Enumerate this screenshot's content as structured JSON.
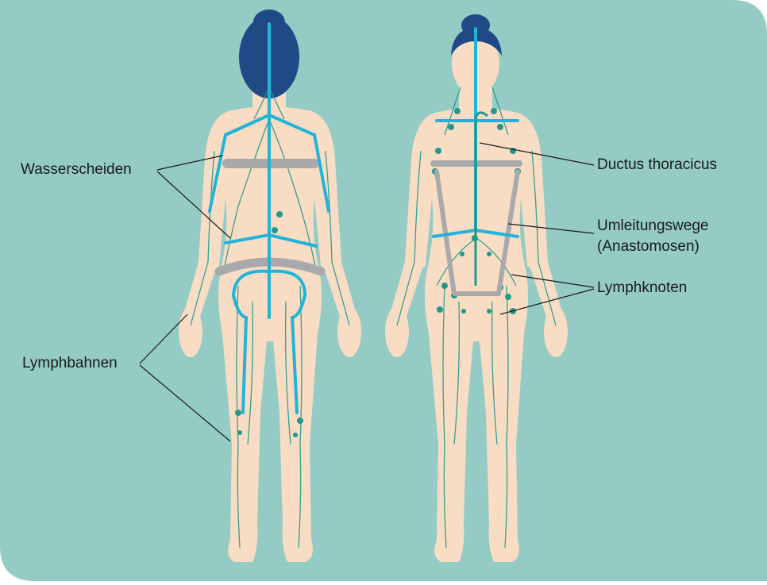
{
  "labels": {
    "wasserscheiden": "Wasserscheiden",
    "lymphbahnen": "Lymphbahnen",
    "ductus": "Ductus thoracicus",
    "umleitung_line1": "Umleitungswege",
    "umleitung_line2": "(Anastomosen)",
    "lymphknoten": "Lymphknoten"
  },
  "colors": {
    "background": "#94cbc4",
    "skin": "#f9dcc4",
    "hair": "#1f4a86",
    "lymph_vessel": "#1f9a8a",
    "watershed": "#22b4d8",
    "anastomosis": "#a9a9ac",
    "leader_line": "#1a1a1a"
  }
}
